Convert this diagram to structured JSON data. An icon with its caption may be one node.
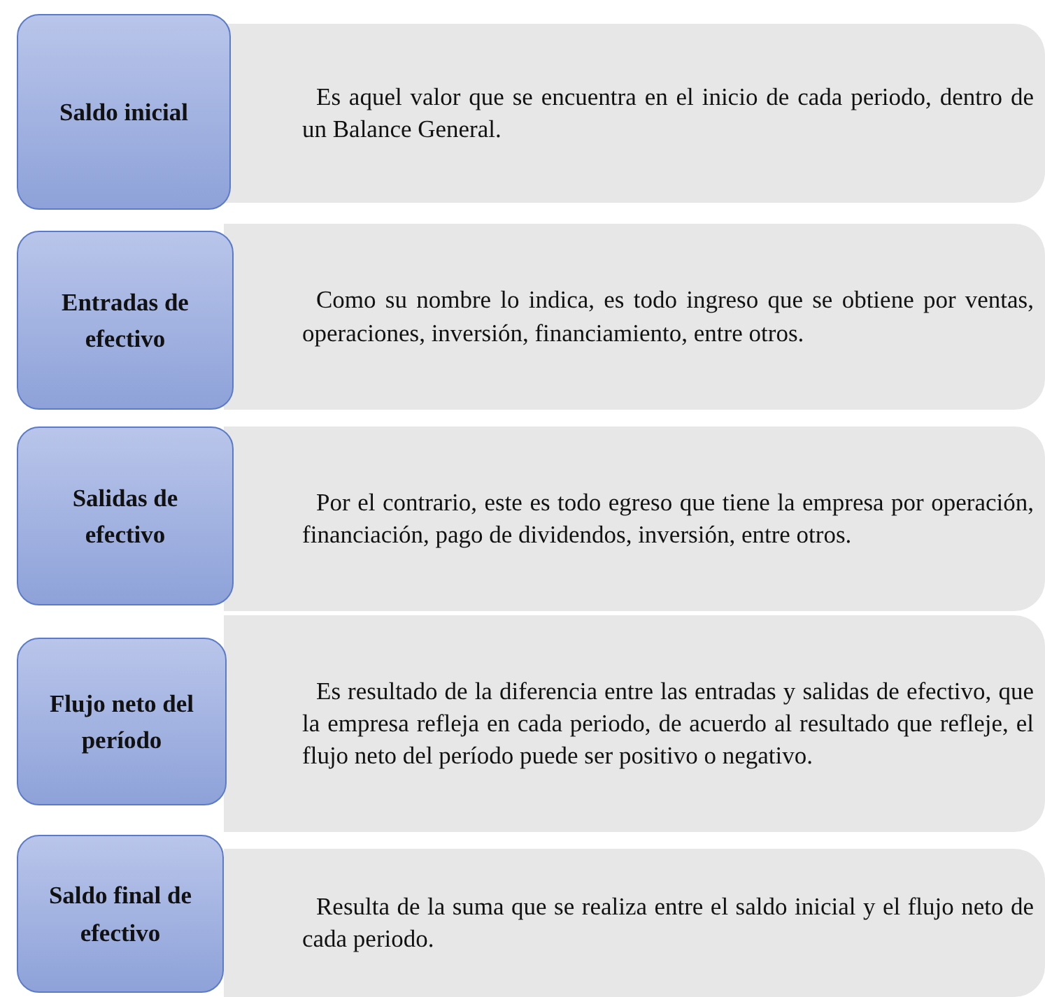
{
  "diagram": {
    "nodes": [
      {
        "text": [
          "Saldo inicial"
        ]
      },
      {
        "text": [
          "Es aquel valor que se encuentra en el inicio de cada periodo, dentro de un Balance General."
        ]
      },
      {
        "text": [
          "Entradas de efectivo"
        ]
      },
      {
        "text": [
          "Como su nombre lo indica, es todo ingreso que se obtiene por ventas, operaciones, inversión, financiamiento, entre otros."
        ]
      },
      {
        "text": [
          "Salidas de efectivo"
        ]
      },
      {
        "text": [
          "Por el contrario, este es todo egreso que tiene la empresa por operación, financiación, pago de dividendos, inversión, entre otros."
        ]
      },
      {
        "text": [
          "Flujo neto del período"
        ]
      },
      {
        "text": [
          "Es resultado de la diferencia entre las entradas y salidas de efectivo, que la empresa refleja en cada periodo, de acuerdo al resultado que refleje, el flujo neto del período puede ser positivo o negativo."
        ]
      },
      {
        "text": [
          "Saldo final de efectivo"
        ]
      },
      {
        "text": [
          "Resulta de la suma que se realiza entre el saldo inicial y el flujo neto de cada periodo."
        ]
      }
    ],
    "edges": []
  }
}
